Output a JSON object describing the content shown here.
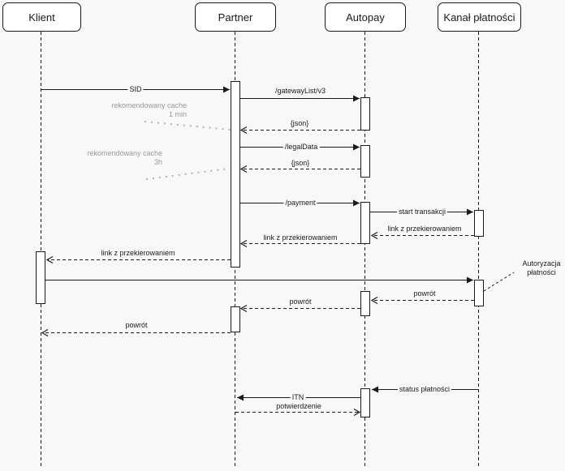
{
  "diagram": {
    "title": "sequence-diagram-payment-flow",
    "actors": [
      {
        "label": "Klient"
      },
      {
        "label": "Partner"
      },
      {
        "label": "Autopay"
      },
      {
        "label": "Kanał płatności"
      }
    ],
    "messages": [
      {
        "label": "SID",
        "from": "Klient",
        "to": "Partner",
        "style": "solid"
      },
      {
        "label": "/gatewayList/v3",
        "from": "Partner",
        "to": "Autopay",
        "style": "solid"
      },
      {
        "label": "{json}",
        "from": "Autopay",
        "to": "Partner",
        "style": "return"
      },
      {
        "label": "/legalData",
        "from": "Partner",
        "to": "Autopay",
        "style": "solid"
      },
      {
        "label": "{json}",
        "from": "Autopay",
        "to": "Partner",
        "style": "return"
      },
      {
        "label": "/payment",
        "from": "Partner",
        "to": "Autopay",
        "style": "solid"
      },
      {
        "label": "start transakcji",
        "from": "Autopay",
        "to": "Kanał płatności",
        "style": "solid"
      },
      {
        "label": "link z przekierowaniem",
        "from": "Kanał płatności",
        "to": "Autopay",
        "style": "return"
      },
      {
        "label": "link z przekierowaniem",
        "from": "Autopay",
        "to": "Partner",
        "style": "return"
      },
      {
        "label": "link z przekierowaniem",
        "from": "Partner",
        "to": "Klient",
        "style": "return"
      },
      {
        "label": "",
        "from": "Klient",
        "to": "Kanał płatności",
        "style": "solid"
      },
      {
        "label": "powrót",
        "from": "Kanał płatności",
        "to": "Autopay",
        "style": "return"
      },
      {
        "label": "powrót",
        "from": "Autopay",
        "to": "Partner",
        "style": "return"
      },
      {
        "label": "powrót",
        "from": "Partner",
        "to": "Klient",
        "style": "return"
      },
      {
        "label": "status płatności",
        "from": "Kanał płatności",
        "to": "Autopay",
        "style": "solid"
      },
      {
        "label": "ITN",
        "from": "Autopay",
        "to": "Partner",
        "style": "solid"
      },
      {
        "label": "potwierdzenie",
        "from": "Partner",
        "to": "Autopay",
        "style": "return"
      }
    ],
    "annotations": [
      {
        "lines": [
          "rekomendowany cache",
          "1 min"
        ]
      },
      {
        "lines": [
          "rekomendowany cache",
          "3h"
        ]
      },
      {
        "lines": [
          "Autoryzacja",
          "płatności"
        ]
      }
    ],
    "colors": {
      "background": "#f8f8f8",
      "line": "#1a1a1a",
      "muted_note": "#999999",
      "box_fill": "#ffffff"
    }
  }
}
